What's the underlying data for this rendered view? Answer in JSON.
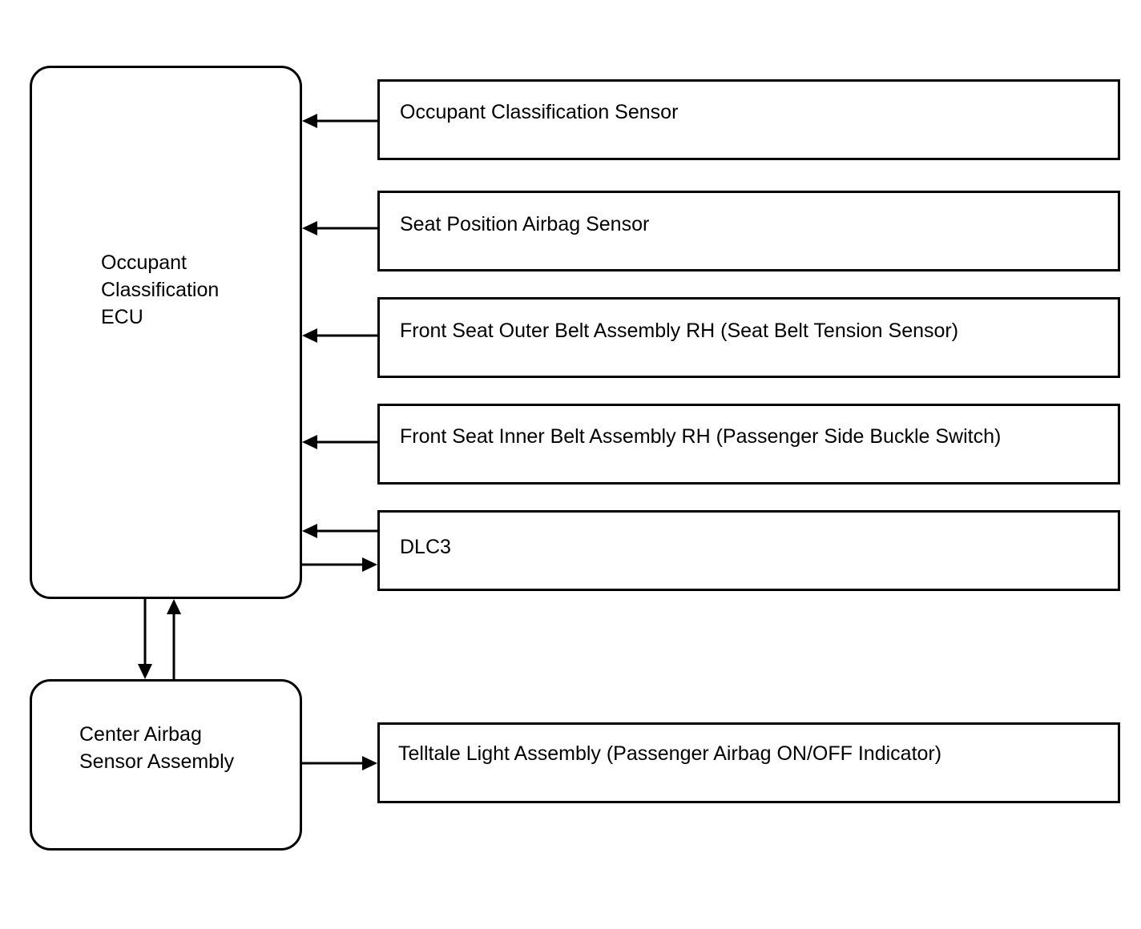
{
  "ecu": {
    "label": "Occupant\nClassification\nECU"
  },
  "center_airbag": {
    "label": "Center Airbag\nSensor Assembly"
  },
  "sensors": [
    {
      "label": "Occupant Classification Sensor"
    },
    {
      "label": "Seat Position Airbag Sensor"
    },
    {
      "label": "Front Seat Outer Belt Assembly RH (Seat Belt Tension Sensor)"
    },
    {
      "label": "Front Seat Inner Belt Assembly RH (Passenger Side Buckle Switch)"
    },
    {
      "label": "DLC3"
    }
  ],
  "telltale": {
    "label": "Telltale Light Assembly (Passenger Airbag ON/OFF Indicator)"
  }
}
